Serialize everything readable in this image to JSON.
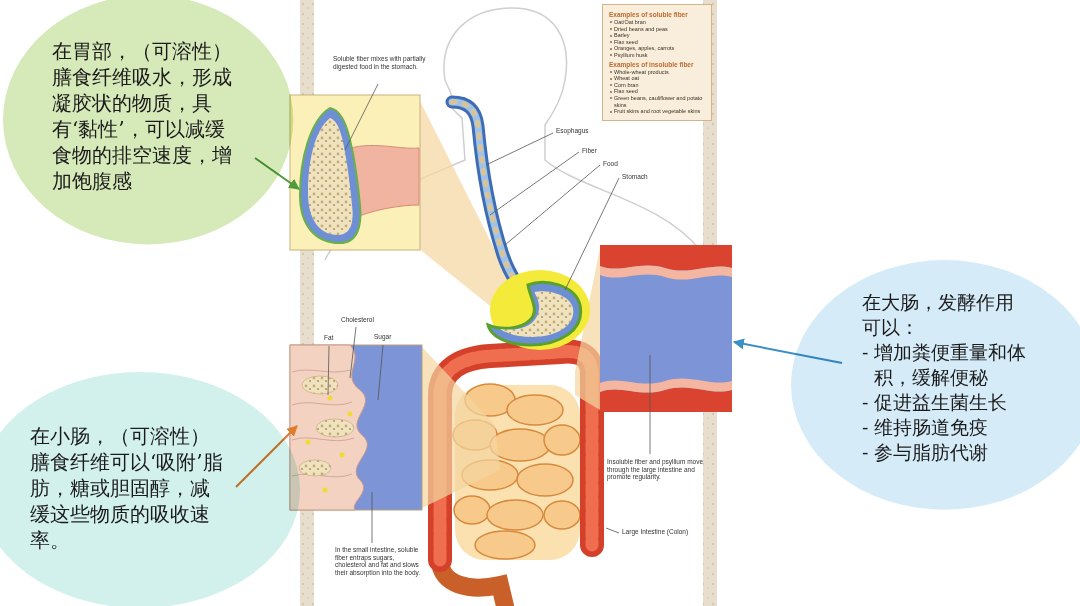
{
  "diagram": {
    "nodes": [
      {
        "text": [
          "在胃部，（可溶性）膳食纤维吸水，形成凝胶状的物质，具有‘黏性’，可以减缓食物的排空速度，增加饱腹感"
        ]
      },
      {
        "text": [
          "Examples of soluble fiber",
          "Oat/Oat bran",
          "Dried beans and peas",
          "Barley",
          "Flax seed",
          "Oranges, apples, carrots",
          "Psyllium husk",
          "Examples of insoluble fiber",
          "Whole-wheat products",
          "Wheat oat",
          "Corn bran",
          "Flax seed",
          "Green beans, cauliflower and potato skins",
          "Fruit skins and root vegetable skins"
        ]
      },
      {
        "text": [
          "在大肠，发酵作用可以：",
          "- 增加粪便重量和体积，缓解便秘",
          "- 促进益生菌生长",
          "- 维持肠道免疫",
          "- 参与脂肪代谢"
        ]
      },
      {
        "text": [
          "在小肠，（可溶性）膳食纤维可以‘吸附’脂肪，糖或胆固醇，减缓这些物质的吸收速率。"
        ]
      }
    ],
    "labels": [
      "Soluble fiber mixes with partially digested food in the stomach.",
      "Esophagus",
      "Fiber",
      "Food",
      "Stomach",
      "Cholesterol",
      "Fat",
      "Sugar",
      "Insoluble fiber and psyllium move through the large intestine and promote regularity.",
      "Large Intestine (Colon)",
      "In the small intestine, soluble fiber entraps sugars, cholesterol and fat and slows their absorption into the body."
    ]
  }
}
